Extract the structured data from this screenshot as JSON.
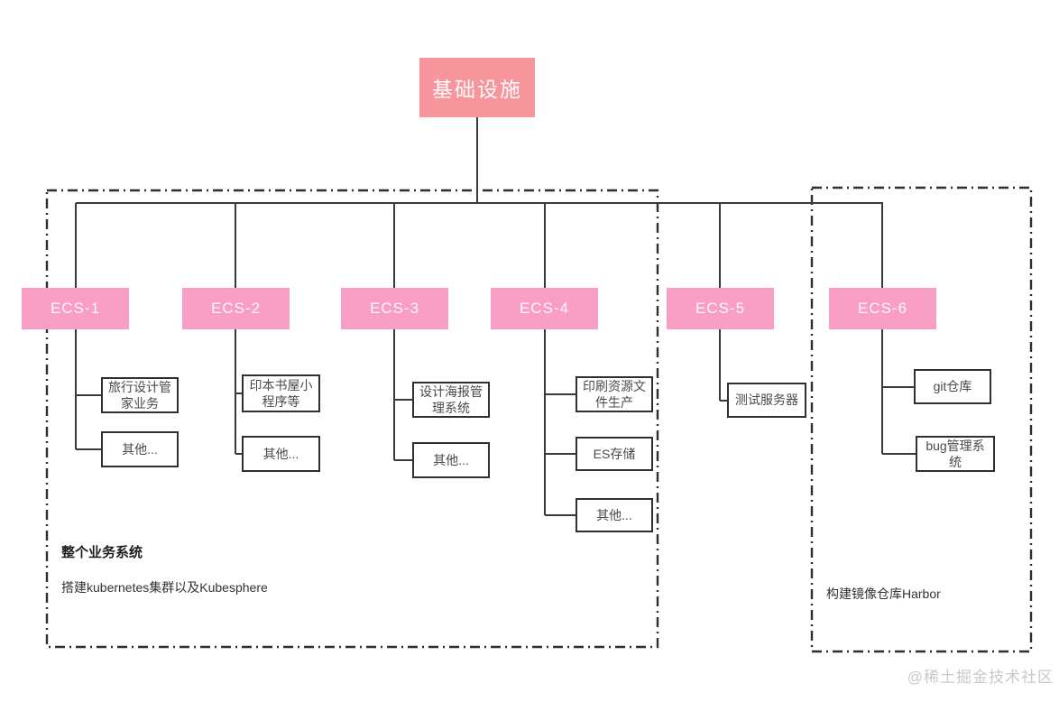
{
  "diagram": {
    "root": {
      "label": "基础设施"
    },
    "ecs_nodes": [
      {
        "label": "ECS-1",
        "children": [
          "旅行设计管家业务",
          "其他..."
        ]
      },
      {
        "label": "ECS-2",
        "children": [
          "印本书屋小程序等",
          "其他..."
        ]
      },
      {
        "label": "ECS-3",
        "children": [
          "设计海报管理系统",
          "其他..."
        ]
      },
      {
        "label": "ECS-4",
        "children": [
          "印刷资源文件生产",
          "ES存储",
          "其他..."
        ]
      },
      {
        "label": "ECS-5",
        "children": [
          "测试服务器"
        ]
      },
      {
        "label": "ECS-6",
        "children": [
          "git仓库",
          "bug管理系统"
        ]
      }
    ],
    "groups": [
      {
        "title": "整个业务系统",
        "subtitle": "搭建kubernetes集群以及Kubesphere"
      },
      {
        "title": "",
        "subtitle": "构建镜像仓库Harbor"
      }
    ],
    "watermark": "@稀土掘金技术社区",
    "colors": {
      "root_node_bg": "#f6959c",
      "ecs_node_bg": "#f99fc5",
      "node_text": "#ffffff",
      "connector": "#3a3a3a",
      "child_border": "#2f2f2f",
      "child_text": "#4a4a4a",
      "caption_text": "#1e1e1e",
      "watermark_text": "#c9c9c9"
    }
  }
}
